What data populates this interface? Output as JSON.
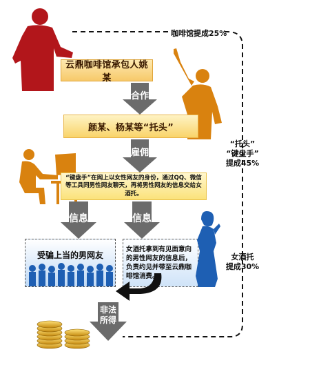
{
  "labels": {
    "cafe_cut": "咖啡馆提成25%",
    "contractor": "云鼎咖啡馆承包人姚某",
    "cooperate": "合作",
    "shills": "颜某、杨某等“托头”",
    "hire": "雇佣",
    "keyboard_desc": "“键盘手”在网上以女性网友的身份，通过QQ、微信等工具同男性网友聊天，再将男性网友的信息交给女酒托。",
    "info_left": "信息",
    "info_right": "信息",
    "victims": "受骗上当的男网友",
    "wine_shill_desc": "女酒托拿到有见面意向的男性网友的信息后，负责约见并带至云鼎咖啡馆消费。",
    "illegal_line1": "非法",
    "illegal_line2": "所得",
    "shill_keyboard_cut_l1": "“托头”",
    "shill_keyboard_cut_l2": "“键盘手”",
    "shill_keyboard_cut_l3": "提成45%",
    "wine_shill_cut_l1": "女酒托",
    "wine_shill_cut_l2": "提成30%"
  },
  "colors": {
    "red_silhouette": "#b2161b",
    "orange_silhouette": "#d9820f",
    "grey_arrow": "#6b6b6b",
    "box_yellow": "#fbe27a",
    "box_blue": "#bfd9f5",
    "blue_people": "#1e5fb3"
  }
}
